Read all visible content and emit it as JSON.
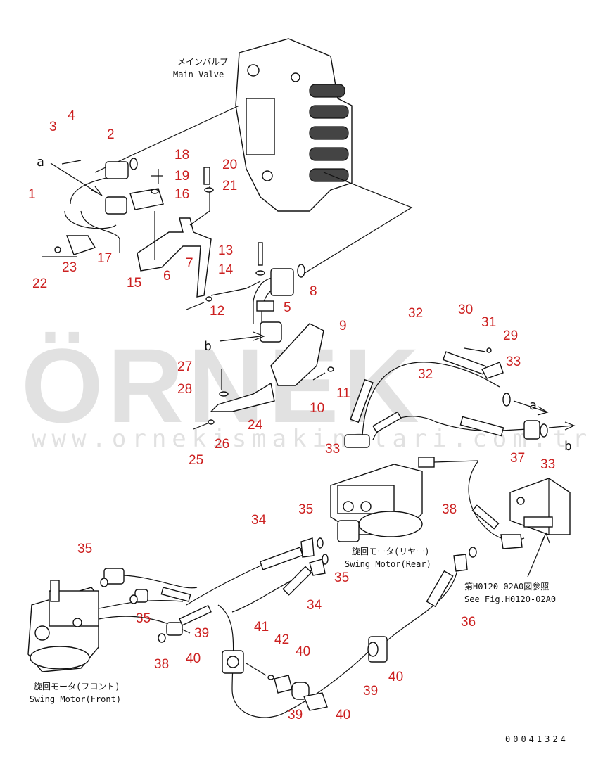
{
  "captions": {
    "main_valve_jp": "メインバルブ",
    "main_valve_en": "Main Valve",
    "swing_motor_rear_jp": "旋回モータ(リヤー)",
    "swing_motor_rear_en": "Swing Motor(Rear)",
    "swing_motor_front_jp": "旋回モータ(フロント)",
    "swing_motor_front_en": "Swing Motor(Front)",
    "see_fig_jp": "第H0120-02A0図参照",
    "see_fig_en": "See Fig.H0120-02A0",
    "drawing_number": "00041324",
    "arrow_a_left": "a",
    "arrow_b_left": "b",
    "arrow_a_right": "a",
    "arrow_b_right": "b"
  },
  "watermark": {
    "brand": "ÖRNEK",
    "url": "www.ornekismakinalari.com.tr"
  },
  "callouts": [
    {
      "id": "c1",
      "text": "1"
    },
    {
      "id": "c2",
      "text": "2"
    },
    {
      "id": "c3",
      "text": "3"
    },
    {
      "id": "c4",
      "text": "4"
    },
    {
      "id": "c5",
      "text": "5"
    },
    {
      "id": "c6",
      "text": "6"
    },
    {
      "id": "c7",
      "text": "7"
    },
    {
      "id": "c8",
      "text": "8"
    },
    {
      "id": "c9",
      "text": "9"
    },
    {
      "id": "c10",
      "text": "10"
    },
    {
      "id": "c11",
      "text": "11"
    },
    {
      "id": "c12",
      "text": "12"
    },
    {
      "id": "c13",
      "text": "13"
    },
    {
      "id": "c14",
      "text": "14"
    },
    {
      "id": "c15",
      "text": "15"
    },
    {
      "id": "c16",
      "text": "16"
    },
    {
      "id": "c17",
      "text": "17"
    },
    {
      "id": "c18",
      "text": "18"
    },
    {
      "id": "c19",
      "text": "19"
    },
    {
      "id": "c20",
      "text": "20"
    },
    {
      "id": "c21",
      "text": "21"
    },
    {
      "id": "c22",
      "text": "22"
    },
    {
      "id": "c23",
      "text": "23"
    },
    {
      "id": "c24",
      "text": "24"
    },
    {
      "id": "c25",
      "text": "25"
    },
    {
      "id": "c26",
      "text": "26"
    },
    {
      "id": "c27",
      "text": "27"
    },
    {
      "id": "c28",
      "text": "28"
    },
    {
      "id": "c29",
      "text": "29"
    },
    {
      "id": "c30",
      "text": "30"
    },
    {
      "id": "c31",
      "text": "31"
    },
    {
      "id": "c32a",
      "text": "32"
    },
    {
      "id": "c32b",
      "text": "32"
    },
    {
      "id": "c33a",
      "text": "33"
    },
    {
      "id": "c33b",
      "text": "33"
    },
    {
      "id": "c33c",
      "text": "33"
    },
    {
      "id": "c34a",
      "text": "34"
    },
    {
      "id": "c34b",
      "text": "34"
    },
    {
      "id": "c35a",
      "text": "35"
    },
    {
      "id": "c35b",
      "text": "35"
    },
    {
      "id": "c35c",
      "text": "35"
    },
    {
      "id": "c35d",
      "text": "35"
    },
    {
      "id": "c36",
      "text": "36"
    },
    {
      "id": "c37",
      "text": "37"
    },
    {
      "id": "c38a",
      "text": "38"
    },
    {
      "id": "c38b",
      "text": "38"
    },
    {
      "id": "c39a",
      "text": "39"
    },
    {
      "id": "c39b",
      "text": "39"
    },
    {
      "id": "c39c",
      "text": "39"
    },
    {
      "id": "c40a",
      "text": "40"
    },
    {
      "id": "c40b",
      "text": "40"
    },
    {
      "id": "c40c",
      "text": "40"
    },
    {
      "id": "c40d",
      "text": "40"
    },
    {
      "id": "c41",
      "text": "41"
    },
    {
      "id": "c42",
      "text": "42"
    }
  ]
}
